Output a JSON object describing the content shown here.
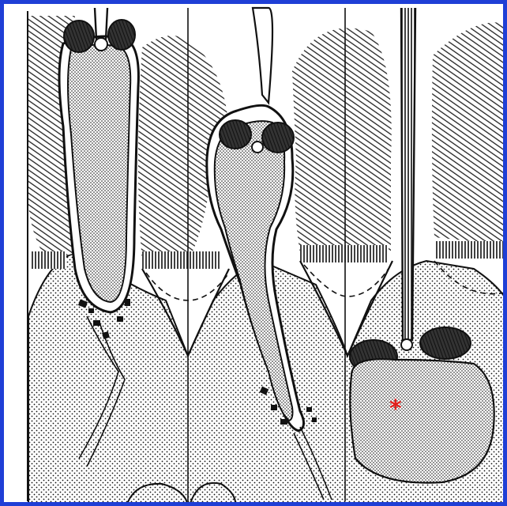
{
  "figure": {
    "marker_text": "*",
    "colors": {
      "frame": "#1f3fd6",
      "ink": "#111111",
      "paper": "#ffffff",
      "marker": "#e0201c"
    },
    "panels": [
      "left",
      "middle",
      "right"
    ]
  }
}
